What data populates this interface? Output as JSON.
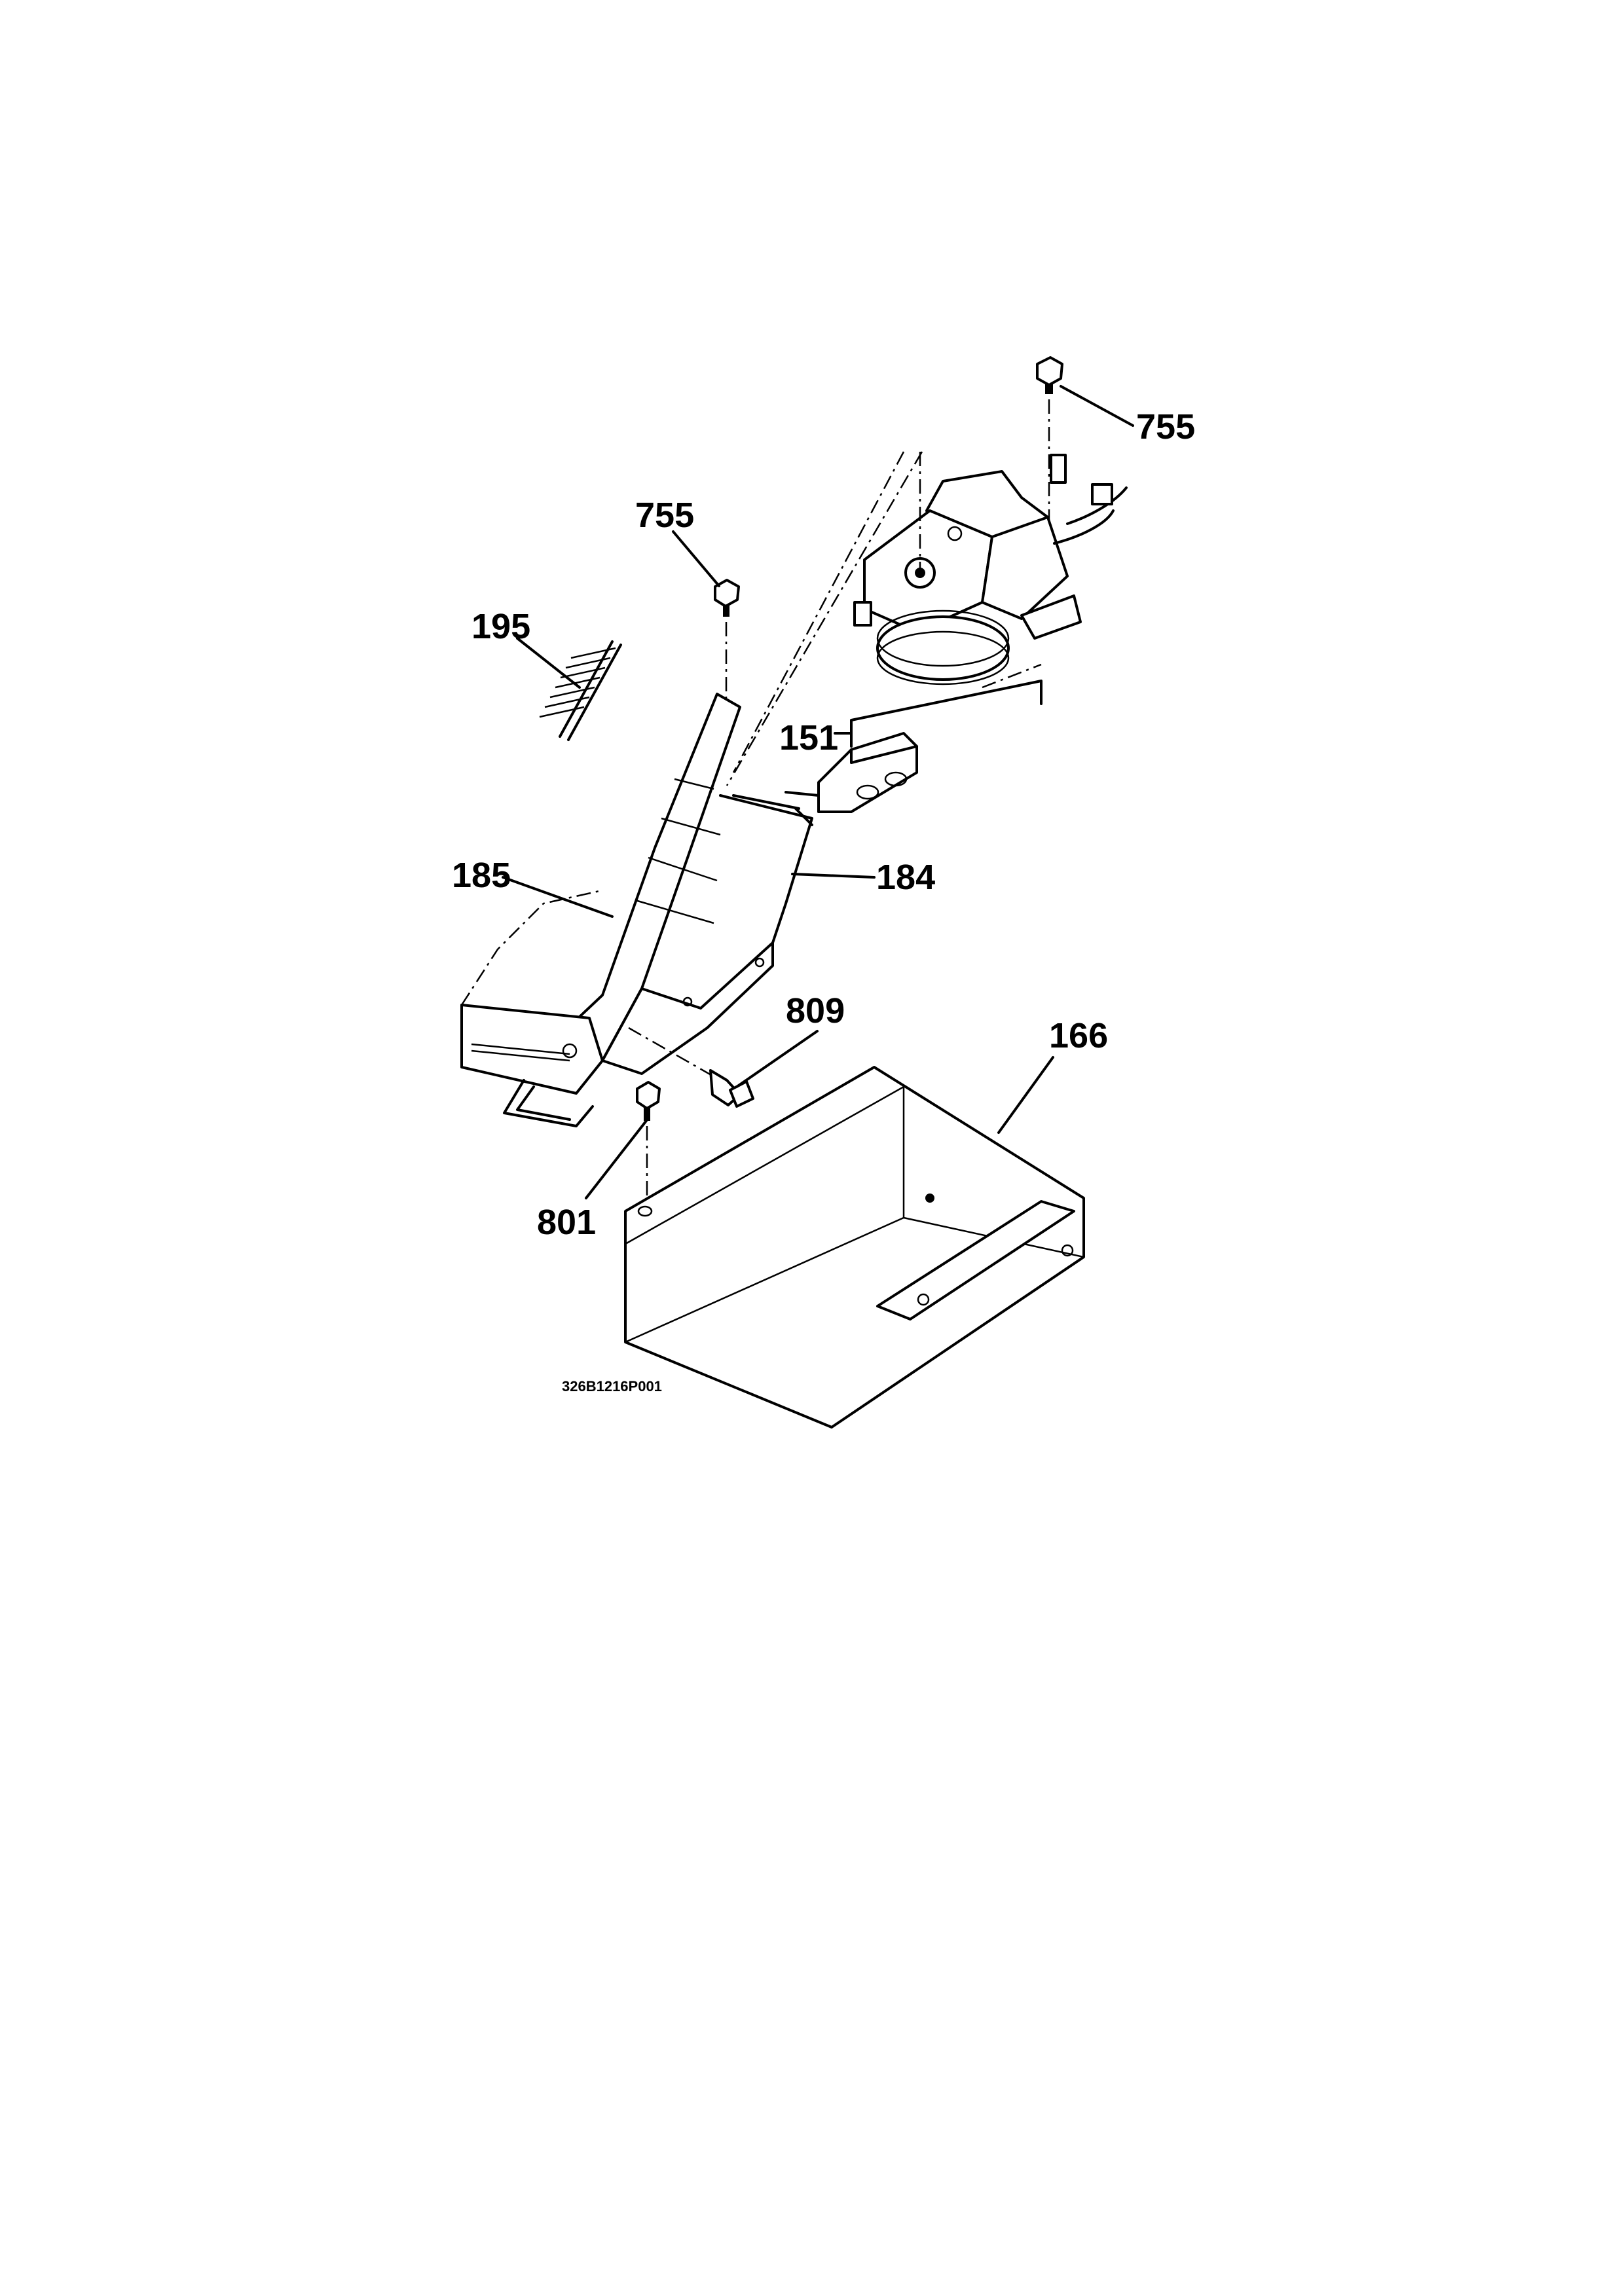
{
  "diagram": {
    "drawing_number": "326B1216P001",
    "callouts": [
      {
        "id": "755-top",
        "text": "755"
      },
      {
        "id": "755-left",
        "text": "755"
      },
      {
        "id": "195",
        "text": "195"
      },
      {
        "id": "151",
        "text": "151"
      },
      {
        "id": "185",
        "text": "185"
      },
      {
        "id": "184",
        "text": "184"
      },
      {
        "id": "809",
        "text": "809"
      },
      {
        "id": "166",
        "text": "166"
      },
      {
        "id": "801",
        "text": "801"
      }
    ]
  }
}
